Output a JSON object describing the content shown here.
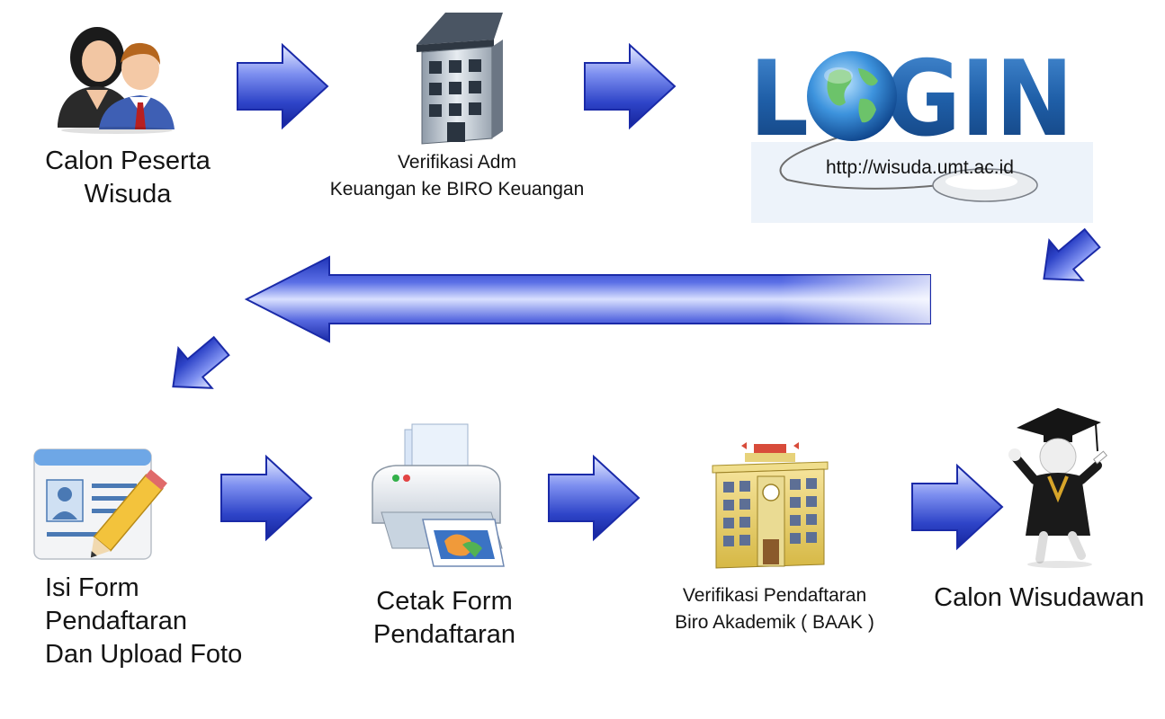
{
  "steps": {
    "calon_peserta": {
      "line1": "Calon Peserta",
      "line2": "Wisuda"
    },
    "verifikasi_adm": {
      "line1": "Verifikasi Adm",
      "line2": "Keuangan ke BIRO Keuangan"
    },
    "login": {
      "word": "LOGIN",
      "url": "http://wisuda.umt.ac.id"
    },
    "isi_form": {
      "line1": "Isi Form",
      "line2": "Pendaftaran",
      "line3": "Dan Upload Foto"
    },
    "cetak_form": {
      "line1": "Cetak Form",
      "line2": "Pendaftaran"
    },
    "verifikasi_pendaftaran": {
      "line1": "Verifikasi Pendaftaran",
      "line2": "Biro Akademik ( BAAK )"
    },
    "calon_wisudawan": {
      "line1": "Calon Wisudawan"
    }
  },
  "colors": {
    "arrow_dark": "#1a2fb0",
    "arrow_light": "#dfe6ff",
    "login_blue": "#1f5fa8"
  }
}
